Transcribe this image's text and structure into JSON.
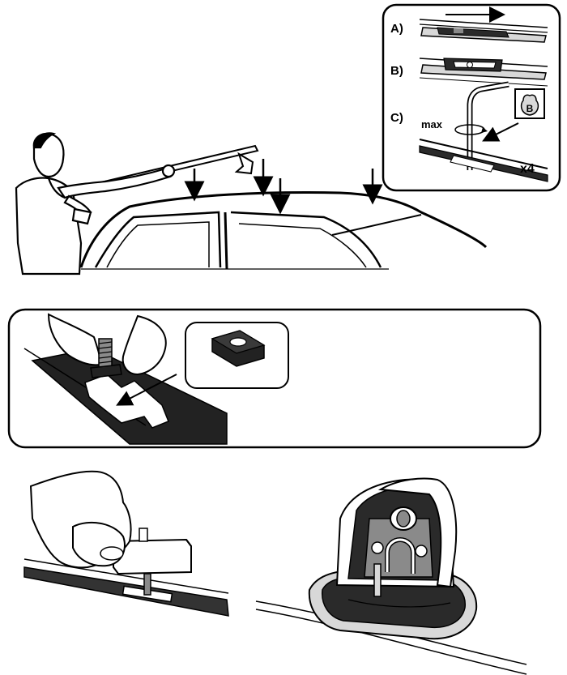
{
  "steps": [
    {
      "label": "A)"
    },
    {
      "label": "B)"
    },
    {
      "label": "C)"
    }
  ],
  "torque_label": "max",
  "bag_label": "B",
  "quantity_label": "x4",
  "colors": {
    "ink": "#000000",
    "paper": "#ffffff",
    "dark": "#2a2a2a",
    "mid": "#8a8a8a",
    "light": "#d8d8d8"
  }
}
